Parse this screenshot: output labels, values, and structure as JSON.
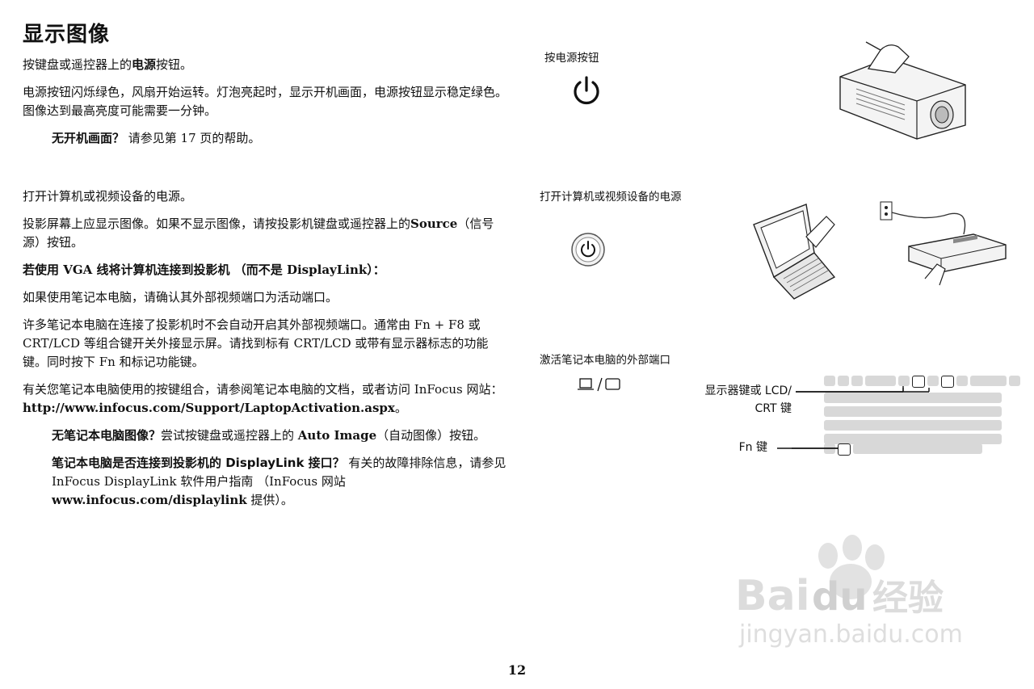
{
  "page": {
    "title": "显示图像",
    "page_number": "12"
  },
  "left": {
    "p1_pre": "按键盘或遥控器上的",
    "p1_bold": "电源",
    "p1_post": "按钮。",
    "p2": "电源按钮闪烁绿色，风扇开始运转。灯泡亮起时，显示开机画面，电源按钮显示稳定绿色。图像达到最高亮度可能需要一分钟。",
    "p3_bold": "无开机画面？",
    "p3_rest": " 请参见第 17 页的帮助。",
    "p4": "打开计算机或视频设备的电源。",
    "p5_pre": "投影屏幕上应显示图像。如果不显示图像，请按投影机键盘或遥控器上的",
    "p5_bold": "Source",
    "p5_post": "（信号源）按钮。",
    "p6_bold": "若使用 VGA 线将计算机连接到投影机 （而不是 DisplayLink）：",
    "p7": "如果使用笔记本电脑，请确认其外部视频端口为活动端口。",
    "p8": "许多笔记本电脑在连接了投影机时不会自动开启其外部视频端口。通常由 Fn + F8 或 CRT/LCD 等组合键开关外接显示屏。请找到标有 CRT/LCD 或带有显示器标志的功能键。同时按下 Fn 和标记功能键。",
    "p9_pre": "有关您笔记本电脑使用的按键组合，请参阅笔记本电脑的文档，或者访问 InFocus 网站：",
    "p9_bold": "http://www.infocus.com/Support/LaptopActivation.aspx",
    "p9_post": "。",
    "p10_bold1": "无笔记本电脑图像？",
    "p10_mid": "尝试按键盘或遥控器上的 ",
    "p10_bold2": "Auto Image",
    "p10_post": "（自动图像）按钮。",
    "p11_bold": "笔记本电脑是否连接到投影机的 DisplayLink 接口？",
    "p11_mid": " 有关的故障排除信息，请参见 InFocus DisplayLink 软件用户指南 （InFocus 网站 ",
    "p11_bold2": "www.infocus.com/displaylink",
    "p11_post": " 提供）。"
  },
  "figures": {
    "fig1_label": "按电源按钮",
    "fig2_label": "打开计算机或视频设备的电源",
    "fig3_label": "激活笔记本电脑的外部端口",
    "display_key_line1": "显示器键或 LCD/",
    "display_key_line2": "CRT 键",
    "fn_key": "Fn 键",
    "key_symbol": "□/□"
  },
  "watermark": {
    "brand": "Bai du 经验",
    "url": "jingyan.baidu.com"
  }
}
